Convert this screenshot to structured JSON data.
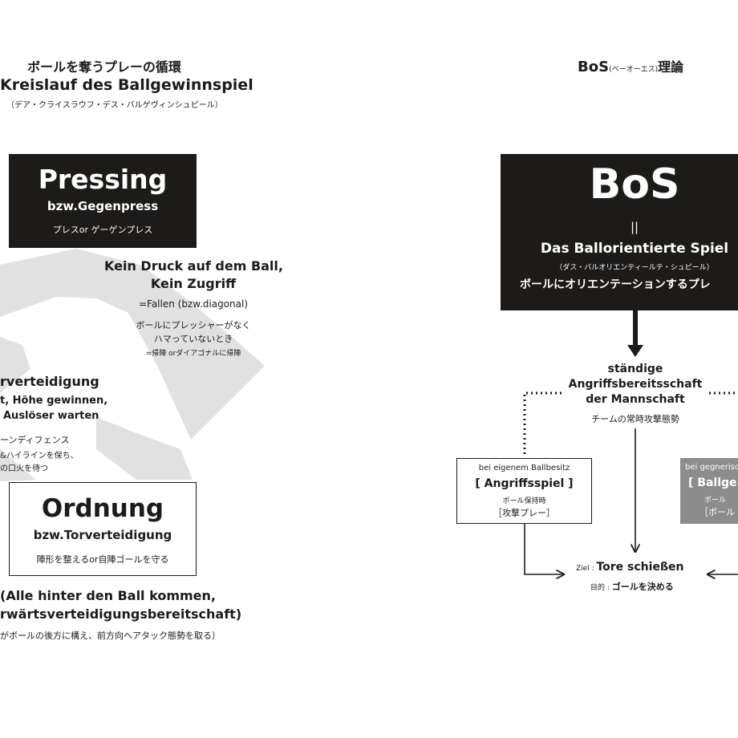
{
  "colors": {
    "ink": "#1e1a18",
    "paper": "#ffffff",
    "arrow_gray": "#e1e1e1",
    "box_gray": "#8c8c8c"
  },
  "left": {
    "title_ja": "ボールを奪うプレーの循環",
    "title_de": "Kreislauf des Ballgewinnspiel",
    "title_kana": "（デア・クライスラウフ・デス・バルゲヴィンシュピール）",
    "pressing": {
      "title": "Pressing",
      "sub": "bzw.Gegenpress",
      "ja": "プレスor ゲーゲンプレス"
    },
    "no_pressure": {
      "l1": "Kein Druck auf dem Ball,",
      "l2": "Kein Zugriff",
      "l3": "=Fallen (bzw.diagonal)",
      "l4": "ボールにプレッシャーがなく",
      "l5": "ハマっていないとき",
      "l6": "=帰陣 orダイアゴナルに帰陣"
    },
    "zone": {
      "title": "rverteidigung",
      "l1": "t, Höhe gewinnen,",
      "l2": "Auslöser warten",
      "l3": "ーンディフェンス",
      "l4": "&ハイラインを保ち、",
      "l5": "の口火を待つ"
    },
    "ordnung": {
      "title": "Ordnung",
      "sub": "bzw.Torverteidigung",
      "ja": "陣形を整えるor自陣ゴールを守る"
    },
    "bottom": {
      "l1": "(Alle hinter den Ball kommen,",
      "l2": "rwärtsverteidigungsbereitschaft)",
      "l3": "がボールの後方に構え、前方向へアタック態勢を取る）"
    }
  },
  "right": {
    "title": "BoS",
    "title_kana": "(ベーオーエス)",
    "title_ja": "理論",
    "bos": {
      "title": "BoS",
      "eq": "||",
      "de": "Das Ballorientierte Spiel",
      "kana": "（ダス・バルオリエンティールテ・シュピール）",
      "ja": "ボールにオリエンテーションするプレ"
    },
    "staendige": {
      "l1": "ständige",
      "l2": "Angriffsbereitsschaft",
      "l3": "der Mannschaft",
      "ja": "チームの常時攻撃態勢"
    },
    "own": {
      "pre": "bei eigenem Ballbesitz",
      "title": "[ Angriffsspiel ]",
      "ja1": "ボール保持時",
      "ja2": "［攻撃プレー］"
    },
    "opp": {
      "pre": "bei gegnerisc",
      "title": "[ Ballge",
      "ja1": "ボール",
      "ja2": "［ボール"
    },
    "goal": {
      "label": "Ziel : ",
      "text": "Tore schießen",
      "ja_label": "目的 : ",
      "ja": "ゴールを決める"
    }
  }
}
